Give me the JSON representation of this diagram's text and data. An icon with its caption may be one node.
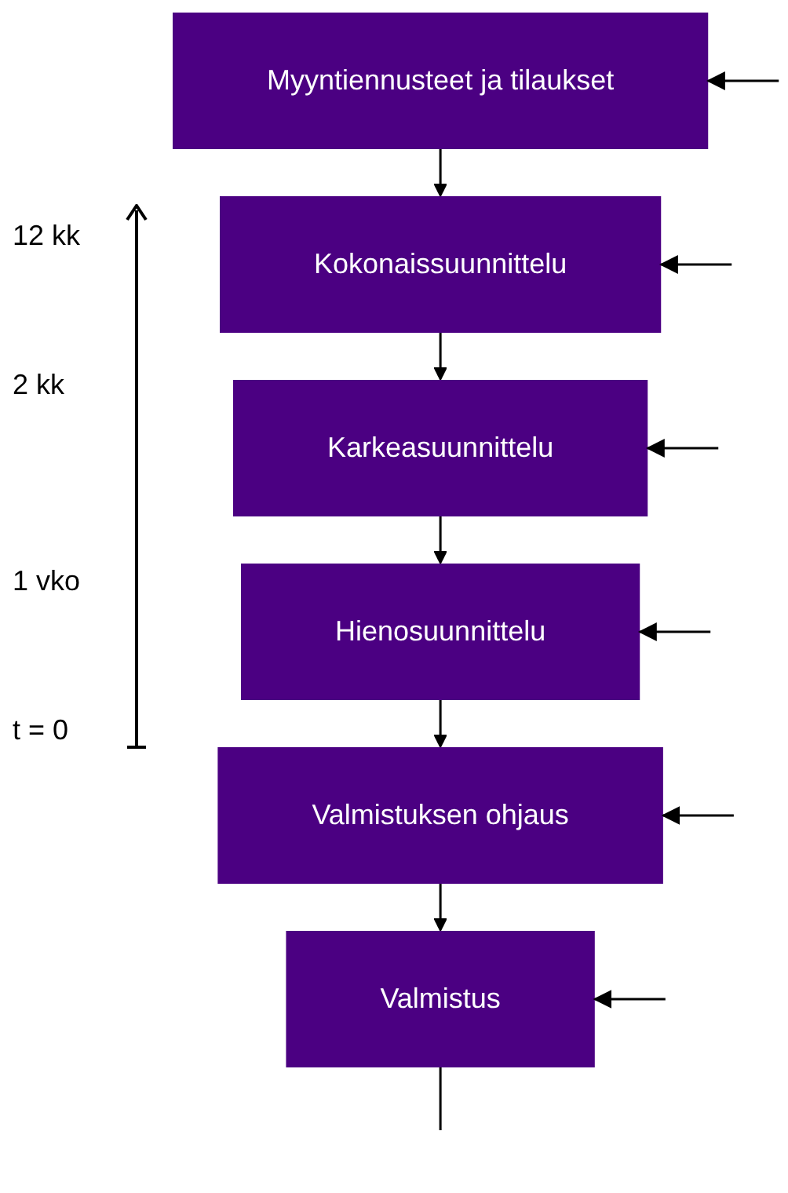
{
  "diagram": {
    "nodes": [
      {
        "text": [
          "Myyntiennusteet ja tilaukset"
        ]
      },
      {
        "text": [
          "Kokonaissuunnittelu"
        ]
      },
      {
        "text": [
          "Karkeasuunnittelu"
        ]
      },
      {
        "text": [
          "Hienosuunnittelu"
        ]
      },
      {
        "text": [
          "Valmistuksen ohjaus"
        ]
      },
      {
        "text": [
          "Valmistus"
        ]
      }
    ],
    "edges": [
      {
        "from": 0,
        "to": 1,
        "arrow": "to"
      },
      {
        "from": 1,
        "to": 2,
        "arrow": "to"
      },
      {
        "from": 2,
        "to": 3,
        "arrow": "to"
      },
      {
        "from": 3,
        "to": 4,
        "arrow": "to"
      },
      {
        "from": 4,
        "to": 5,
        "arrow": "to"
      },
      {
        "from": 5,
        "to": null,
        "arrow": "none"
      },
      {
        "from": null,
        "to": 0,
        "arrow": "to"
      },
      {
        "from": null,
        "to": 1,
        "arrow": "to"
      },
      {
        "from": null,
        "to": 2,
        "arrow": "to"
      },
      {
        "from": null,
        "to": 3,
        "arrow": "to"
      },
      {
        "from": null,
        "to": 4,
        "arrow": "to"
      },
      {
        "from": null,
        "to": 5,
        "arrow": "to"
      }
    ],
    "labels": [
      "12 kk",
      "2 kk",
      "1 vko",
      "t = 0"
    ]
  }
}
